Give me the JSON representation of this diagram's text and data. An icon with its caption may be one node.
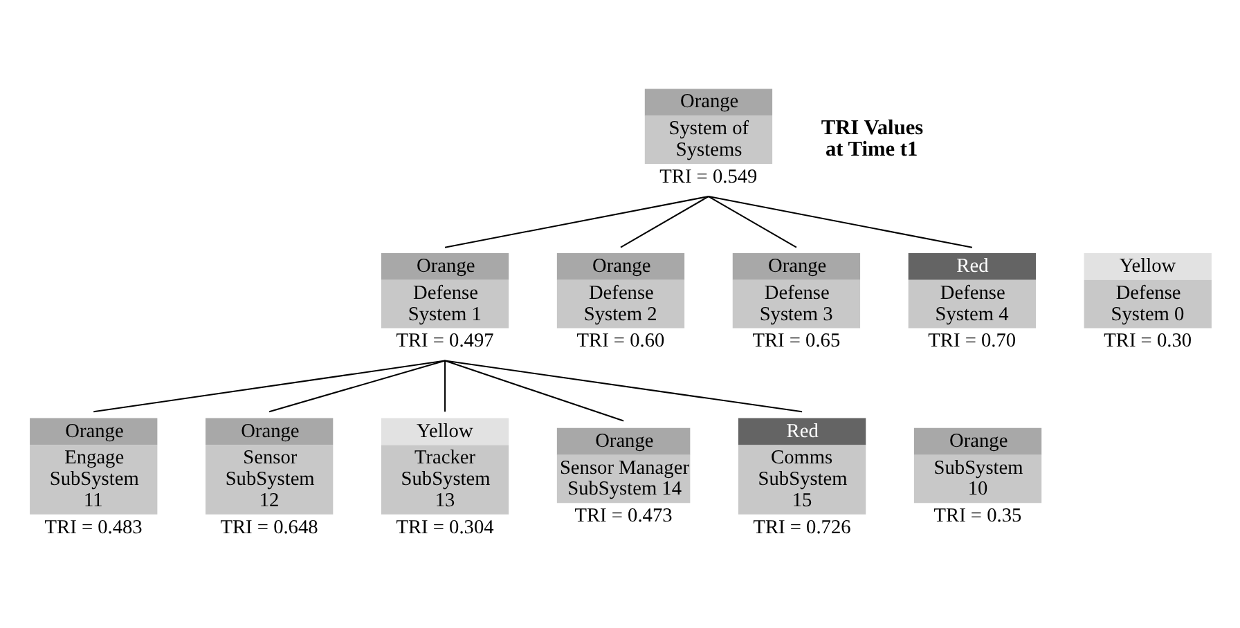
{
  "diagram": {
    "nodes": [
      {
        "text": [
          "Orange",
          "System of Systems"
        ],
        "beside": [
          "TRI = 0.549"
        ]
      },
      {
        "text": [
          "Yellow",
          "Defense System 0"
        ],
        "beside": [
          "TRI = 0.30"
        ]
      },
      {
        "text": [
          "Orange",
          "Defense System 1"
        ],
        "beside": [
          "TRI = 0.497"
        ]
      },
      {
        "text": [
          "Orange",
          "Defense System 2"
        ],
        "beside": [
          "TRI = 0.60"
        ]
      },
      {
        "text": [
          "Orange",
          "Defense System 3"
        ],
        "beside": [
          "TRI = 0.65"
        ]
      },
      {
        "text": [
          "Red",
          "Defense System 4"
        ],
        "beside": [
          "TRI = 0.70"
        ]
      },
      {
        "text": [
          "Orange",
          "SubSystem 10"
        ],
        "beside": [
          "TRI = 0.35"
        ]
      },
      {
        "text": [
          "Orange",
          "Engage SubSystem 11"
        ],
        "beside": [
          "TRI = 0.483"
        ]
      },
      {
        "text": [
          "Orange",
          "Sensor SubSystem 12"
        ],
        "beside": [
          "TRI = 0.648"
        ]
      },
      {
        "text": [
          "Yellow",
          "Tracker SubSystem 13"
        ],
        "beside": [
          "TRI = 0.304"
        ]
      },
      {
        "text": [
          "Orange",
          "Sensor Manager SubSystem 14"
        ],
        "beside": [
          "TRI = 0.473"
        ]
      },
      {
        "text": [
          "Red",
          "Comms SubSystem 15"
        ],
        "beside": [
          "TRI = 0.726"
        ]
      }
    ],
    "edges": [
      {
        "from": 0,
        "to": 2,
        "arrow": "none"
      },
      {
        "from": 0,
        "to": 3,
        "arrow": "none"
      },
      {
        "from": 0,
        "to": 4,
        "arrow": "none"
      },
      {
        "from": 0,
        "to": 5,
        "arrow": "none"
      },
      {
        "from": 2,
        "to": 7,
        "arrow": "none"
      },
      {
        "from": 2,
        "to": 8,
        "arrow": "none"
      },
      {
        "from": 2,
        "to": 9,
        "arrow": "none"
      },
      {
        "from": 2,
        "to": 10,
        "arrow": "none"
      },
      {
        "from": 2,
        "to": 11,
        "arrow": "none"
      }
    ],
    "labels": [
      "TRI Values at Time t1"
    ]
  }
}
